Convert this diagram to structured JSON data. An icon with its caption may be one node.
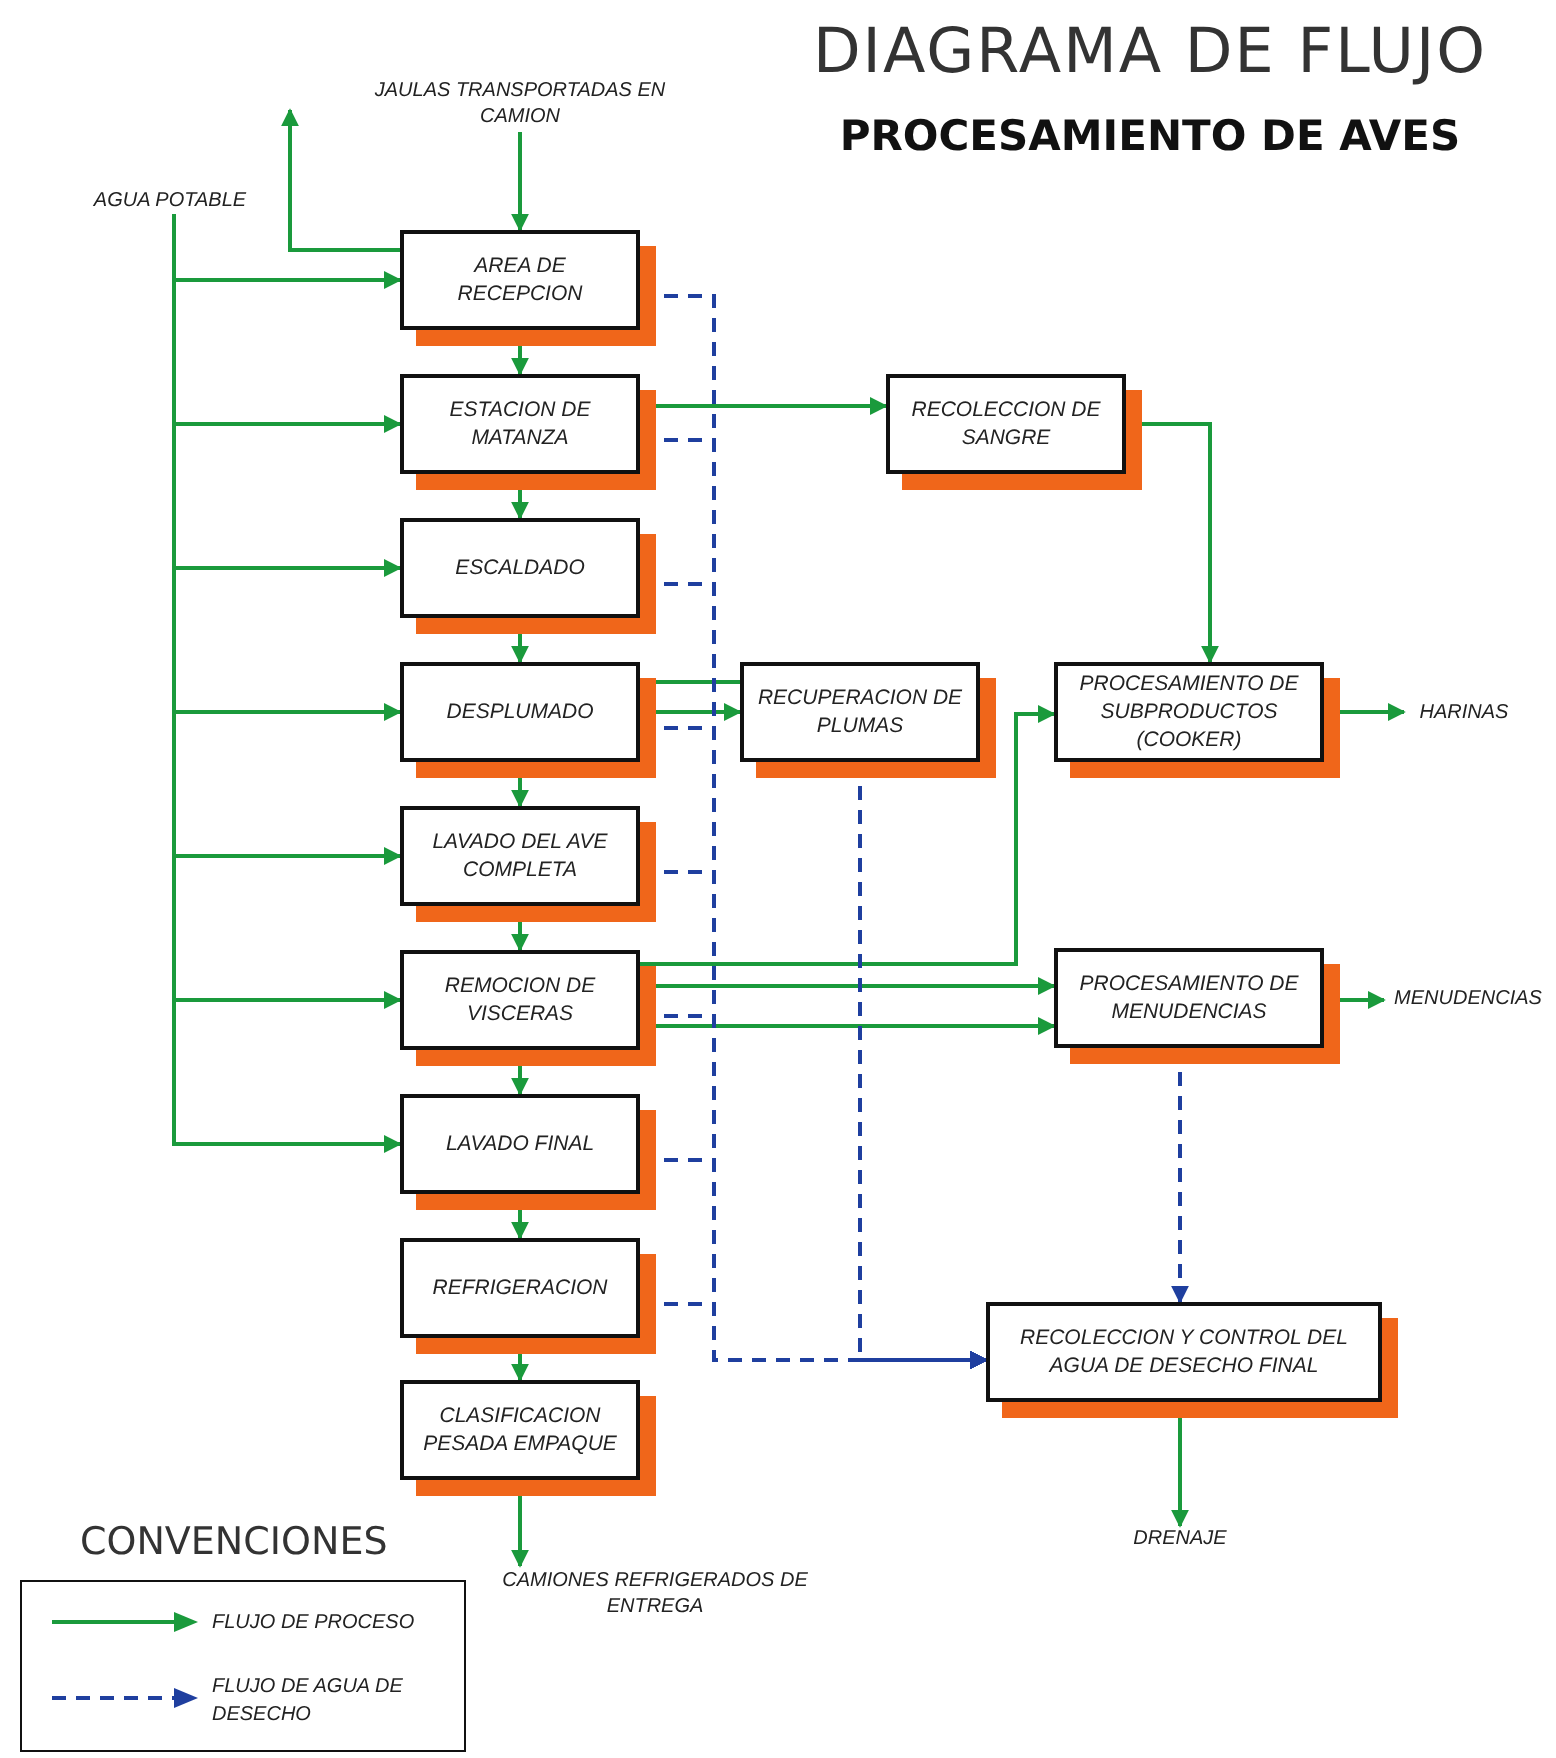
{
  "diagram": {
    "title": "DIAGRAMA DE FLUJO",
    "nodes": [
      {
        "text": [
          "JAULAS TRANSPORTADAS EN CAMION"
        ]
      },
      {
        "text": [
          "AGUA POTABLE"
        ]
      },
      {
        "text": [
          "AREA DE RECEPCION"
        ]
      },
      {
        "text": [
          "ESTACION DE MATANZA"
        ]
      },
      {
        "text": [
          "RECOLECCION DE SANGRE"
        ]
      },
      {
        "text": [
          "ESCALDADO"
        ]
      },
      {
        "text": [
          "DESPLUMADO"
        ]
      },
      {
        "text": [
          "RECUPERACION DE PLUMAS"
        ]
      },
      {
        "text": [
          "PROCESAMIENTO DE SUBPRODUCTOS (COOKER)"
        ]
      },
      {
        "text": [
          "HARINAS"
        ]
      },
      {
        "text": [
          "LAVADO DEL AVE COMPLETA"
        ]
      },
      {
        "text": [
          "REMOCION DE VISCERAS"
        ]
      },
      {
        "text": [
          "PROCESAMIENTO DE MENUDENCIAS"
        ]
      },
      {
        "text": [
          "MENUDENCIAS"
        ]
      },
      {
        "text": [
          "LAVADO FINAL"
        ]
      },
      {
        "text": [
          "REFRIGERACION"
        ]
      },
      {
        "text": [
          "CLASIFICACION PESADA EMPAQUE"
        ]
      },
      {
        "text": [
          "RECOLECCION Y CONTROL DEL AGUA DE DESECHO FINAL"
        ]
      },
      {
        "text": [
          "DRENAJE"
        ]
      },
      {
        "text": [
          "CAMIONES REFRIGERADOS DE ENTREGA"
        ]
      }
    ],
    "edges": [
      {
        "from": 0,
        "to": 2,
        "arrow": "to"
      },
      {
        "from": 2,
        "to": null,
        "arrow": "to"
      },
      {
        "from": 1,
        "to": 2,
        "arrow": "to"
      },
      {
        "from": 1,
        "to": 3,
        "arrow": "to"
      },
      {
        "from": 1,
        "to": 5,
        "arrow": "to"
      },
      {
        "from": 1,
        "to": 6,
        "arrow": "to"
      },
      {
        "from": 1,
        "to": 10,
        "arrow": "to"
      },
      {
        "from": 1,
        "to": 11,
        "arrow": "to"
      },
      {
        "from": 1,
        "to": 14,
        "arrow": "to"
      },
      {
        "from": 2,
        "to": 3,
        "arrow": "to"
      },
      {
        "from": 3,
        "to": 5,
        "arrow": "to"
      },
      {
        "from": 5,
        "to": 6,
        "arrow": "to"
      },
      {
        "from": 6,
        "to": 10,
        "arrow": "to"
      },
      {
        "from": 10,
        "to": 11,
        "arrow": "to"
      },
      {
        "from": 11,
        "to": 14,
        "arrow": "to"
      },
      {
        "from": 14,
        "to": 15,
        "arrow": "to"
      },
      {
        "from": 15,
        "to": 16,
        "arrow": "to"
      },
      {
        "from": 16,
        "to": 19,
        "arrow": "to"
      },
      {
        "from": 3,
        "to": 4,
        "arrow": "to"
      },
      {
        "from": 4,
        "to": 8,
        "arrow": "to"
      },
      {
        "from": 6,
        "to": 7,
        "arrow": "none"
      },
      {
        "from": 6,
        "to": 7,
        "arrow": "to"
      },
      {
        "from": 11,
        "to": 8,
        "arrow": "to"
      },
      {
        "from": 11,
        "to": 12,
        "arrow": "to"
      },
      {
        "from": 11,
        "to": 12,
        "arrow": "to"
      },
      {
        "from": 8,
        "to": 9,
        "arrow": "to"
      },
      {
        "from": 12,
        "to": 13,
        "arrow": "to"
      },
      {
        "from": 17,
        "to": 18,
        "arrow": "to"
      },
      {
        "from": 2,
        "to": 17,
        "arrow": "to",
        "style": "dashed",
        "color": "#1f3f9f"
      },
      {
        "from": 3,
        "to": 17,
        "arrow": "to",
        "style": "dashed",
        "color": "#1f3f9f"
      },
      {
        "from": 5,
        "to": 17,
        "arrow": "to",
        "style": "dashed",
        "color": "#1f3f9f"
      },
      {
        "from": 6,
        "to": 17,
        "arrow": "to",
        "style": "dashed",
        "color": "#1f3f9f"
      },
      {
        "from": 10,
        "to": 17,
        "arrow": "to",
        "style": "dashed",
        "color": "#1f3f9f"
      },
      {
        "from": 11,
        "to": 17,
        "arrow": "to",
        "style": "dashed",
        "color": "#1f3f9f"
      },
      {
        "from": 14,
        "to": 17,
        "arrow": "to",
        "style": "dashed",
        "color": "#1f3f9f"
      },
      {
        "from": 15,
        "to": 17,
        "arrow": "to",
        "style": "dashed",
        "color": "#1f3f9f"
      },
      {
        "from": 7,
        "to": 17,
        "arrow": "to",
        "style": "dashed",
        "color": "#1f3f9f"
      },
      {
        "from": 12,
        "to": 17,
        "arrow": "to",
        "style": "dashed",
        "color": "#1f3f9f"
      }
    ],
    "labels": [
      "PROCESAMIENTO DE AVES",
      "CONVENCIONES"
    ],
    "legend": [
      {
        "text": "FLUJO DE PROCESO"
      },
      {
        "text": "FLUJO DE AGUA DE DESECHO"
      }
    ]
  }
}
